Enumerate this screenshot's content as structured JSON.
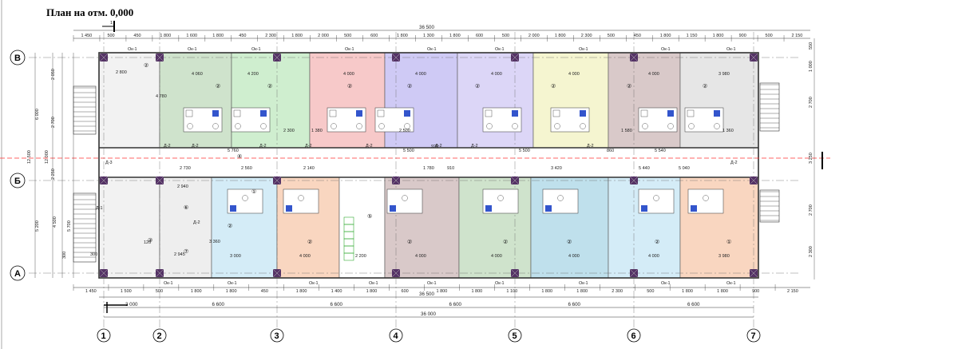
{
  "title": "План на отм. 0,000",
  "cut_mark": "1",
  "colors": {
    "pink": "#f7c9c9",
    "green": "#cfeecf",
    "lavender": "#dcd6f7",
    "purple": "#cfcaf5",
    "yellow": "#f5f5d0",
    "mauve": "#d9c9c9",
    "grey": "#e6e6e6",
    "blue": "#d4ecf7",
    "peach": "#f9d6c0",
    "sage": "#cfe3cc",
    "teal": "#bfe0ec",
    "column": "#553366"
  },
  "top_overall": "36 500",
  "top_segments": [
    "1 450",
    "500",
    "450",
    "1 800",
    "1 600",
    "1 800",
    "450",
    "2 300",
    "1 800",
    "2 000",
    "500",
    "600",
    "1 800",
    "1 300",
    "1 800",
    "600",
    "500",
    "2 000",
    "1 800",
    "2 300",
    "500",
    "450",
    "1 800",
    "1 150",
    "1 800",
    "900",
    "500",
    "2 150"
  ],
  "window_label": "Ок-1",
  "bottom_overall_1": "36 500",
  "bottom_axes_dims": [
    "3 000",
    "6 600",
    "6 600",
    "6 600",
    "6 600",
    "6 600"
  ],
  "bottom_overall_2": "36 000",
  "bottom_segments": [
    "1 450",
    "1 500",
    "500",
    "1 800",
    "1 800",
    "450",
    "1 800",
    "1 400",
    "1 800",
    "600",
    "1 800",
    "1 800",
    "1 100",
    "1 800",
    "1 800",
    "2 300",
    "500",
    "1 800",
    "1 800",
    "900",
    "2 150"
  ],
  "door_labels": [
    "Д-2",
    "Д-2",
    "Д-2",
    "Д-2",
    "Д-2",
    "Д-2",
    "Д-2",
    "Д-2",
    "Д-3",
    "Д-1",
    "Д-2",
    "Д-2"
  ],
  "room_widths_top": [
    "4 060",
    "4 200",
    "4 000",
    "4 000",
    "4 000",
    "4 000",
    "4 000",
    "3 980"
  ],
  "room_widths_bottom": [
    "3 000",
    "4 000",
    "2 200",
    "4 000",
    "4 000",
    "4 000",
    "4 000",
    "3 980"
  ],
  "corridor_dims": [
    "5 760",
    "5 500",
    "5 500",
    "5 540",
    "2 560",
    "5 440",
    "2 730",
    "2 140",
    "1 780",
    "3 420",
    "5 040"
  ],
  "left_dims": [
    "12 500",
    "12 000",
    "6 000",
    "5 200",
    "4 500",
    "5 700",
    "2 050",
    "2 700",
    "2 250",
    "300"
  ],
  "right_dims": [
    "550",
    "1 000",
    "2 700",
    "3 250",
    "2 700",
    "2 300"
  ],
  "row_axes": [
    "В",
    "Б",
    "А"
  ],
  "col_axes": [
    "1",
    "2",
    "3",
    "4",
    "5",
    "6",
    "7"
  ],
  "room_numbers": [
    "②",
    "②",
    "②",
    "②",
    "②",
    "②",
    "②",
    "②",
    "②",
    "②",
    "②",
    "②",
    "②",
    "②",
    "②",
    "①",
    "③",
    "④",
    "⑤",
    "⑥",
    "⑦"
  ],
  "misc_dims": [
    "2 800",
    "4 780",
    "3 360",
    "2 945",
    "2 940",
    "1 380",
    "2 500",
    "2 300",
    "1 580",
    "1 360",
    "120",
    "300",
    "920",
    "910",
    "860"
  ]
}
